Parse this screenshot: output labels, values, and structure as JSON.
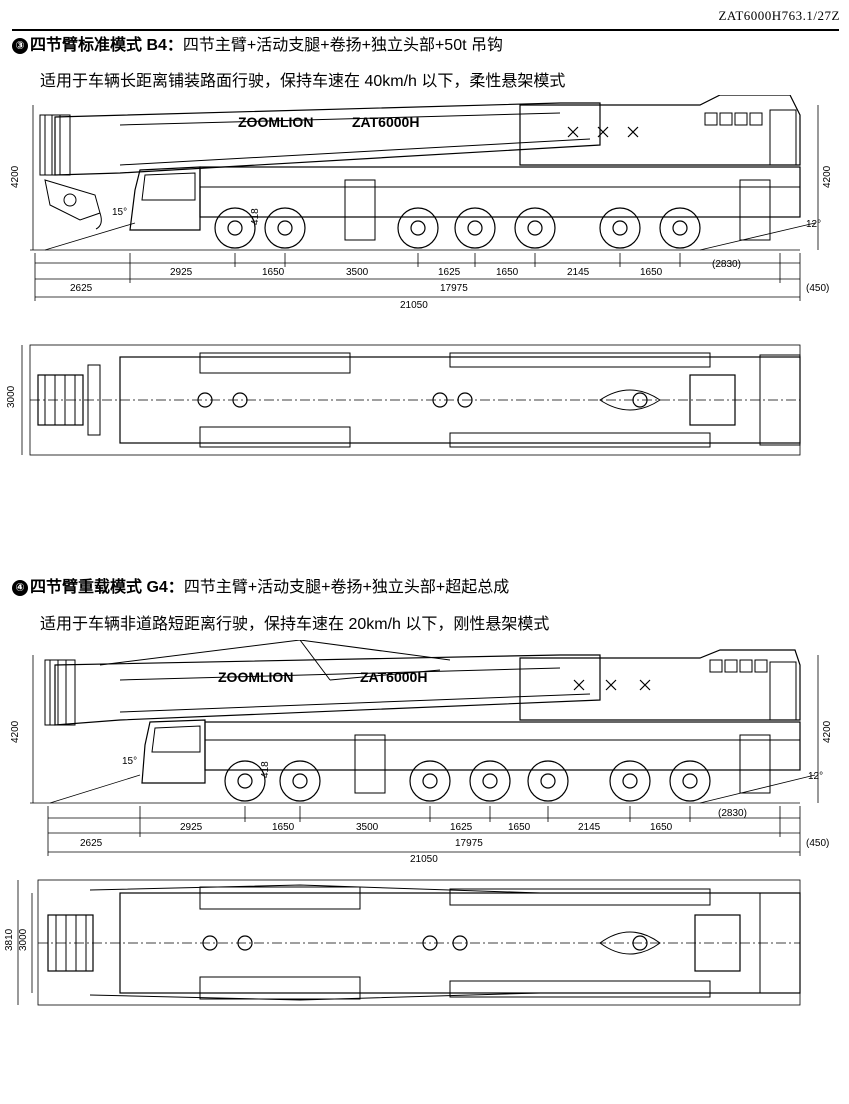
{
  "header": {
    "doc_code": "ZAT6000H763.1/27Z"
  },
  "sections": [
    {
      "num": "③",
      "title_bold": "四节臂标准模式 B4",
      "title_rest": "四节主臂+活动支腿+卷扬+独立头部+50t 吊钩",
      "desc": "适用于车辆长距离铺装路面行驶，保持车速在 40km/h 以下，柔性悬架模式",
      "side_view": {
        "brand": "ZOOMLION",
        "model": "ZAT6000H",
        "height_left": "4200",
        "height_right": "4200",
        "angle_front": "15°",
        "angle_rear": "12°",
        "wheel_dim": "418",
        "dims_row1": [
          "2925",
          "1650",
          "3500",
          "1625",
          "1650",
          "2145",
          "1650",
          "(2830)"
        ],
        "dims_row2": [
          "2625",
          "17975",
          "(450)"
        ],
        "overall": "21050"
      },
      "top_view": {
        "width_inner": "3000"
      }
    },
    {
      "num": "④",
      "title_bold": "四节臂重载模式 G4",
      "title_rest": "四节主臂+活动支腿+卷扬+独立头部+超起总成",
      "desc": "适用于车辆非道路短距离行驶，保持车速在 20km/h 以下，刚性悬架模式",
      "side_view": {
        "brand": "ZOOMLION",
        "model": "ZAT6000H",
        "height_left": "4200",
        "height_right": "4200",
        "angle_front": "15°",
        "angle_rear": "12°",
        "wheel_dim": "418",
        "dims_row1": [
          "2925",
          "1650",
          "3500",
          "1625",
          "1650",
          "2145",
          "1650",
          "(2830)"
        ],
        "dims_row2": [
          "2625",
          "17975",
          "(450)"
        ],
        "overall": "21050"
      },
      "top_view": {
        "width_outer": "3810",
        "width_inner": "3000"
      }
    }
  ]
}
